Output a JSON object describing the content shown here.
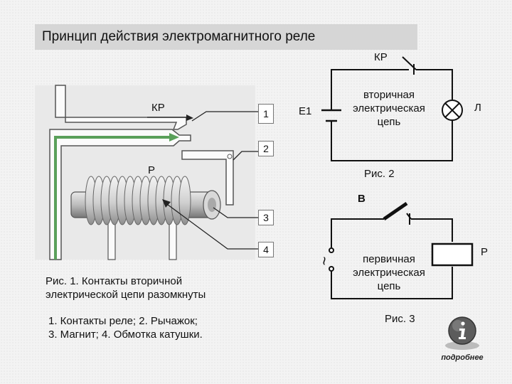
{
  "title": "Принцип действия электромагнитного реле",
  "figure1": {
    "labels": {
      "kr": "КР",
      "p": "Р"
    },
    "callouts": [
      "1",
      "2",
      "3",
      "4"
    ],
    "caption_line1": "Рис. 1. Контакты  вторичной",
    "caption_line2": "электрической цепи разомкнуты",
    "legend_line1": "1. Контакты реле; 2. Рычажок;",
    "legend_line2": "3. Магнит; 4. Обмотка катушки."
  },
  "figure2": {
    "switch_label": "КР",
    "battery_label": "Е1",
    "circuit_line1": "вторичная",
    "circuit_line2": "электрическая",
    "circuit_line3": "цепь",
    "lamp_label": "Л",
    "caption": "Рис. 2"
  },
  "figure3": {
    "switch_label": "В",
    "source_symbol": "~",
    "circuit_line1": "первичная",
    "circuit_line2": "электрическая",
    "circuit_line3": "цепь",
    "relay_label": "Р",
    "caption": "Рис. 3"
  },
  "more_button": {
    "icon": "info-icon",
    "label": "подробнее"
  },
  "colors": {
    "green_path": "#5aa05a",
    "title_bg": "#d6d6d6",
    "photo_bg": "#ececec"
  }
}
